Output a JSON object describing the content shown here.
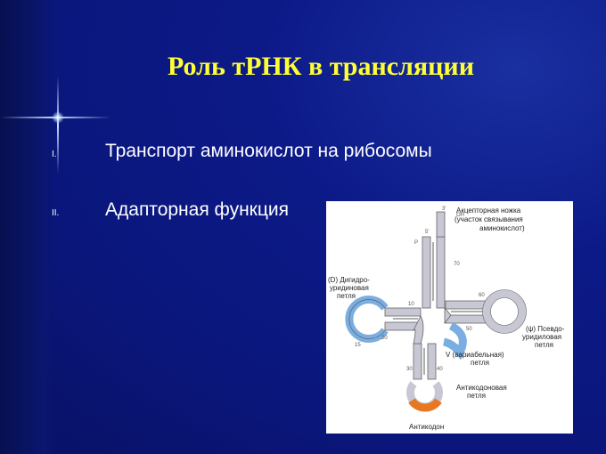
{
  "slide": {
    "title": "Роль тРНК в трансляции",
    "items": [
      {
        "marker": "I.",
        "text": "Транспорт аминокислот на рибосомы"
      },
      {
        "marker": "II.",
        "text": "Адапторная функция"
      }
    ]
  },
  "figure": {
    "acceptor": [
      "Акцепторная ножка",
      "(участок связывания",
      "аминокислот)"
    ],
    "d_loop": [
      "(D) Дигидро-",
      "уридиновая",
      "петля"
    ],
    "t_loop": [
      "(ψ) Псевдо-",
      "уридиловая",
      "петля"
    ],
    "v_loop": [
      "V (вариабельная)",
      "петля"
    ],
    "anticodon_loop": [
      "Антикодоновая",
      "петля"
    ],
    "anticodon": "Антикодон",
    "end3": "3'",
    "end5": "5'",
    "oh": "OH",
    "p": "P",
    "numbers": [
      "70",
      "60",
      "50",
      "40",
      "30",
      "10",
      "15",
      "20"
    ],
    "colors": {
      "orange": "#e87722",
      "blue": "#7aaee0",
      "gray": "#c8c8d4"
    }
  }
}
